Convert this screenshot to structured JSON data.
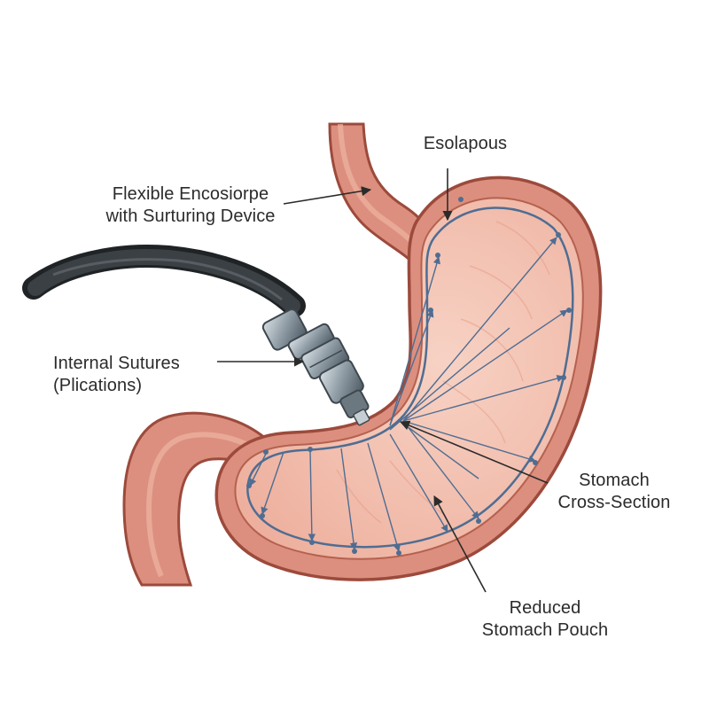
{
  "labels": {
    "esophagus": "Esolapous",
    "endoscope_line1": "Flexible Encosiorpe",
    "endoscope_line2": "with Surturing Device",
    "sutures_line1": "Internal Sutures",
    "sutures_line2": "(Plications)",
    "cross_section_line1": "Stomach",
    "cross_section_line2": "Cross-Section",
    "pouch_line1": "Reduced",
    "pouch_line2": "Stomach Pouch"
  },
  "colors": {
    "stomach_wall": "#dc8f7e",
    "wall_outline": "#9c4a3c",
    "stomach_interior": "#f3c2b2",
    "suture_line": "#4f6d92",
    "endoscope_tube": "#303538",
    "device_metal": "#8d9aa3",
    "label_text": "#2b2b2b"
  },
  "icons": {
    "endoscope": "endoscope-icon",
    "stomach": "stomach-icon"
  }
}
